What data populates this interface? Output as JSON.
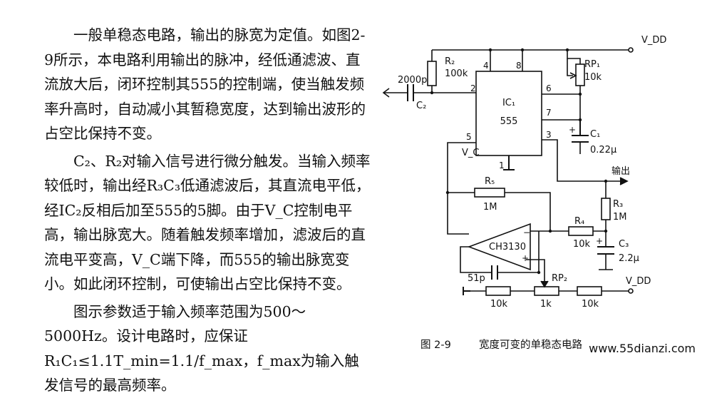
{
  "paragraphs": [
    "一般单稳态电路，输出的脉宽为定值。如图2-9所示，本电路利用输出的脉冲，经低通滤波、直流放大后，闭环控制其555的控制端，使当触发频率升高时，自动减小其暂稳宽度，达到输出波形的占空比保持不变。",
    "C₂、R₂对输入信号进行微分触发。当输入频率较低时，输出经R₃C₃低通滤波后，其直流电平低，经IC₂反相后加至555的5脚。由于V_C控制电平高，输出脉宽大。随着触发频率增加，滤波后的直流电平变高，V_C端下降，而555的输出脉宽变小。如此闭环控制，可使输出占空比保持不变。",
    "图示参数适于输入频率范围为500～5000Hz。设计电路时，应保证R₁C₁≤1.1T_min=1.1/f_max，f_max为输入触发信号的最高频率。"
  ],
  "figure": {
    "caption_num": "图 2-9",
    "caption_title": "宽度可变的单稳态电路",
    "ic1": {
      "name": "IC₁",
      "part": "555"
    },
    "ic2": {
      "part": "CH3130"
    },
    "pins": {
      "p2": "2",
      "p3": "3",
      "p4": "4",
      "p5": "5",
      "p6": "6",
      "p7": "7",
      "p8": "8",
      "p1": "1"
    },
    "vc": "V_C",
    "vdd_top": "V_DD",
    "vdd_bottom": "V_DD",
    "output": "输出",
    "c2": {
      "value": "2000p",
      "name": "C₂"
    },
    "r2": {
      "name": "R₂",
      "value": "100k"
    },
    "rp1": {
      "name": "RP₁",
      "value": "10k"
    },
    "c1": {
      "name": "C₁",
      "value": "0.22μ"
    },
    "r5": {
      "name": "R₅",
      "value": "1M"
    },
    "r3": {
      "name": "R₃",
      "value": "1M"
    },
    "r4": {
      "name": "R₄",
      "value": "10k"
    },
    "c3": {
      "name": "C₃",
      "value": "2.2μ"
    },
    "c51": {
      "value": "51p"
    },
    "rp2": {
      "name": "RP₂",
      "value": "1k"
    },
    "r_left": {
      "value": "10k"
    },
    "r_right": {
      "value": "10k"
    },
    "opamp_minus": "−",
    "opamp_plus": "+",
    "c1_plus": "+",
    "c3_plus": "+"
  },
  "watermark": "www.55dianzi.com"
}
